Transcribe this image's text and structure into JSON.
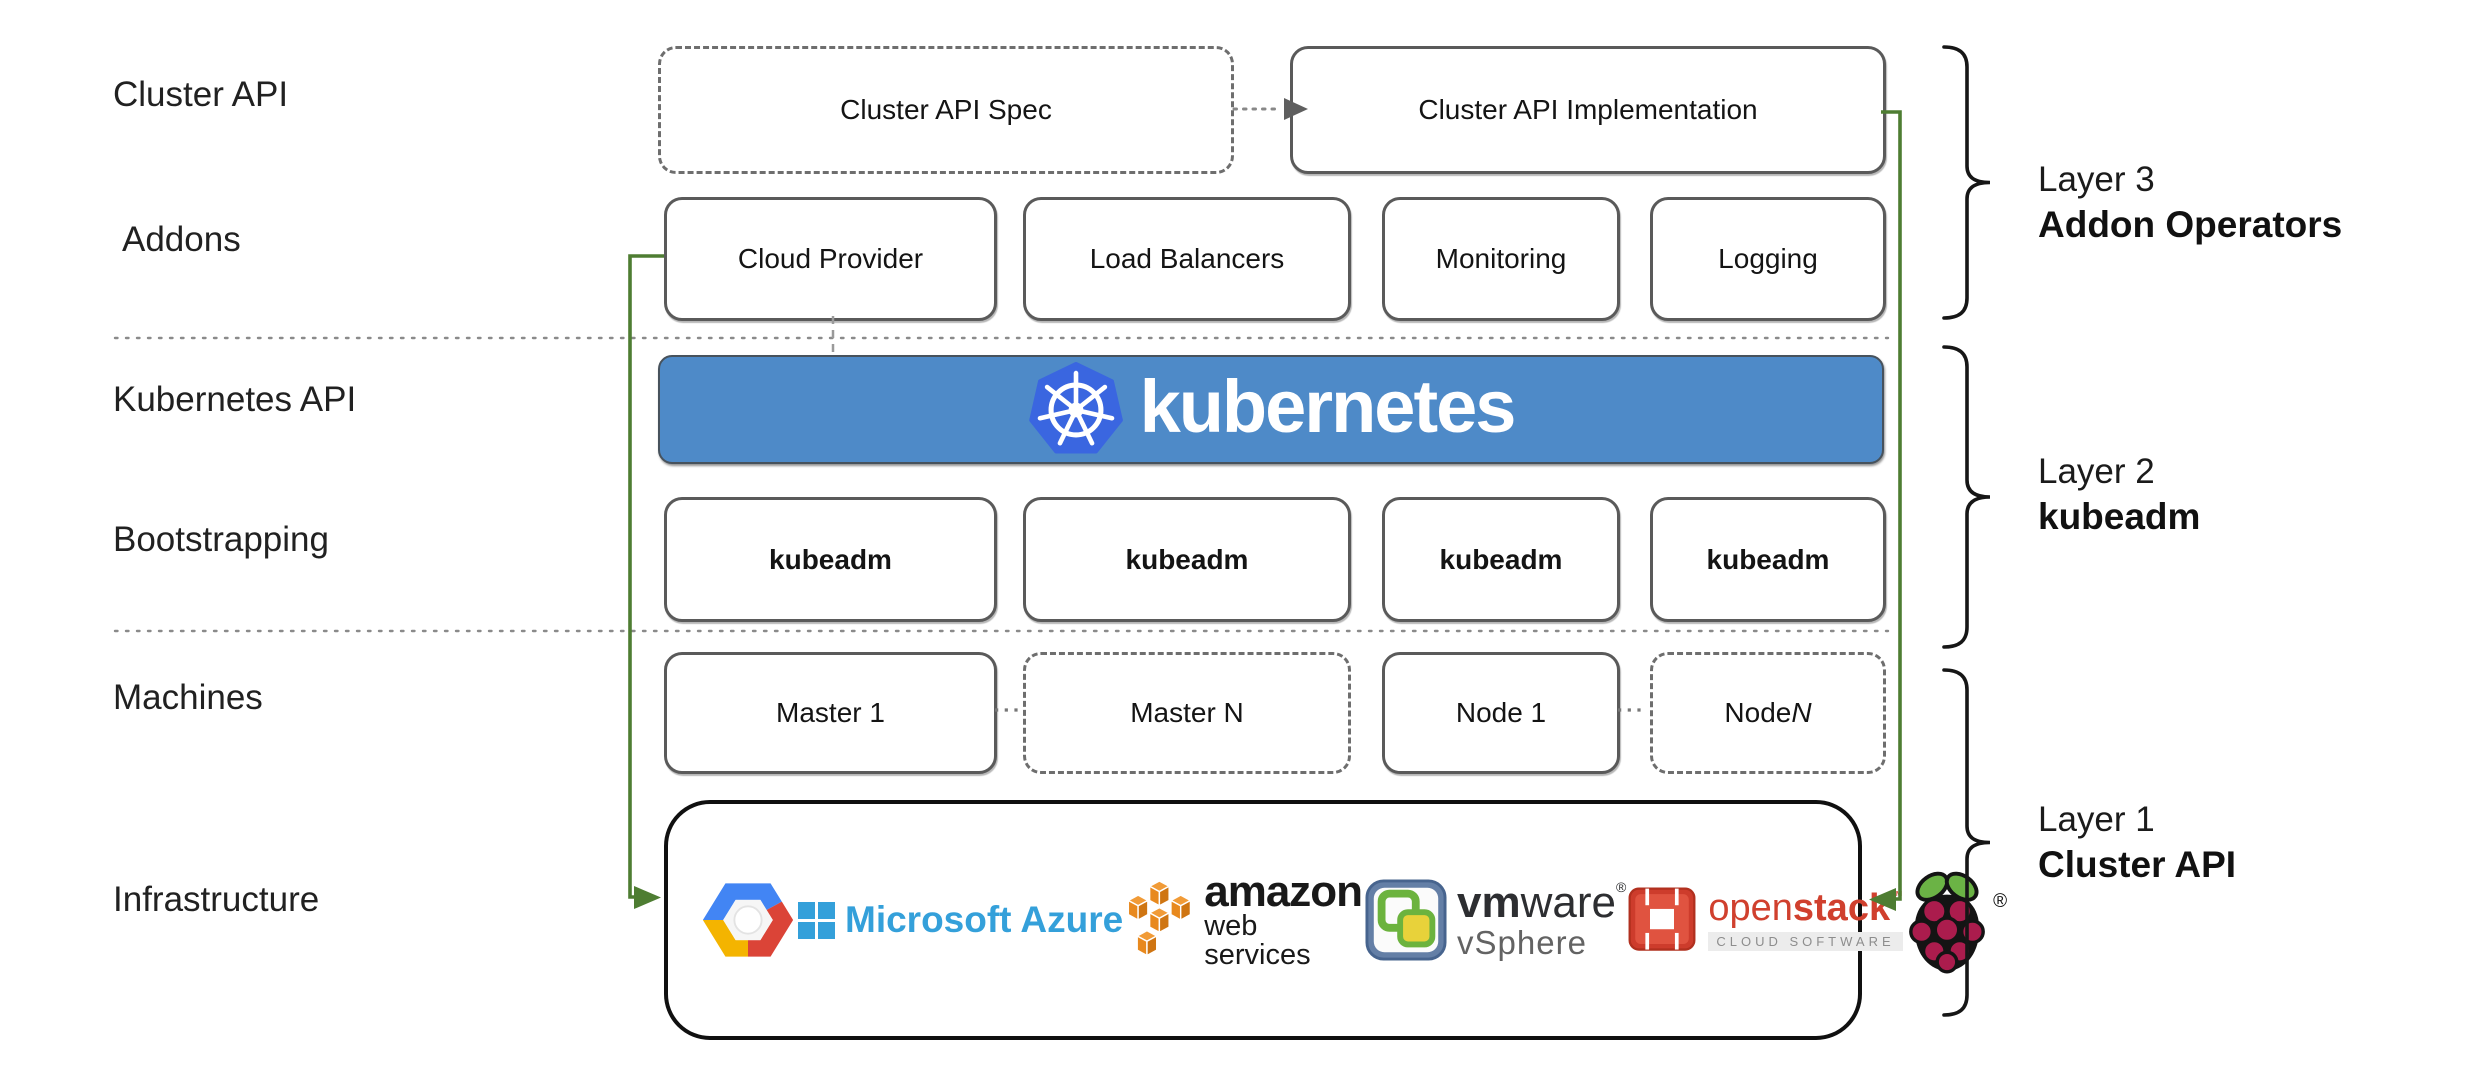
{
  "title": "Kubernetes Cluster API layered architecture diagram",
  "colors": {
    "accent_green": "#4e7d32",
    "banner_blue": "#4e8ac8",
    "k8s_logo_blue": "#3a66e0",
    "azure_blue": "#34a0da",
    "aws_orange": "#e8891e",
    "openstack_red": "#d0402e",
    "raspberry_crimson": "#ab1c4d",
    "border_gray": "#5a5a5a"
  },
  "left_labels": {
    "cluster_api": "Cluster API",
    "addons": "Addons",
    "kubernetes_api": "Kubernetes API",
    "bootstrapping": "Bootstrapping",
    "machines": "Machines",
    "infrastructure": "Infrastructure"
  },
  "top_row": {
    "spec_label": "Cluster API Spec",
    "implementation_label": "Cluster API Implementation"
  },
  "addons_row": {
    "boxes": [
      "Cloud Provider",
      "Load Balancers",
      "Monitoring",
      "Logging"
    ]
  },
  "kubernetes_banner": {
    "wordmark": "kubernetes"
  },
  "bootstrapping_row": {
    "boxes": [
      "kubeadm",
      "kubeadm",
      "kubeadm",
      "kubeadm"
    ]
  },
  "machines_row": {
    "boxes": [
      {
        "label": "Master 1",
        "italic_suffix": ""
      },
      {
        "label": "Master N",
        "italic_suffix": ""
      },
      {
        "label": "Node 1",
        "italic_suffix": ""
      },
      {
        "label": "Node ",
        "italic_suffix": "N"
      }
    ]
  },
  "infrastructure": {
    "providers": [
      {
        "icon": "google-cloud-icon"
      },
      {
        "icon": "microsoft-azure-icon",
        "label": "Microsoft Azure"
      },
      {
        "icon": "aws-icon",
        "label": "amazon",
        "sublabel": "web services"
      },
      {
        "icon": "vmware-icon",
        "label_bold": "vm",
        "label_rest": "ware",
        "reg_mark": "®",
        "sublabel": "vSphere"
      },
      {
        "icon": "openstack-icon",
        "label_regular": "open",
        "label_bold": "stack",
        "tm_mark": "™",
        "sublabel": "CLOUD SOFTWARE"
      },
      {
        "icon": "raspberry-pi-icon",
        "reg_mark": "®"
      }
    ]
  },
  "layers": [
    {
      "title": "Layer 3",
      "subtitle": "Addon Operators"
    },
    {
      "title": "Layer 2",
      "subtitle": "kubeadm"
    },
    {
      "title": "Layer 1",
      "subtitle": "Cluster API"
    }
  ]
}
